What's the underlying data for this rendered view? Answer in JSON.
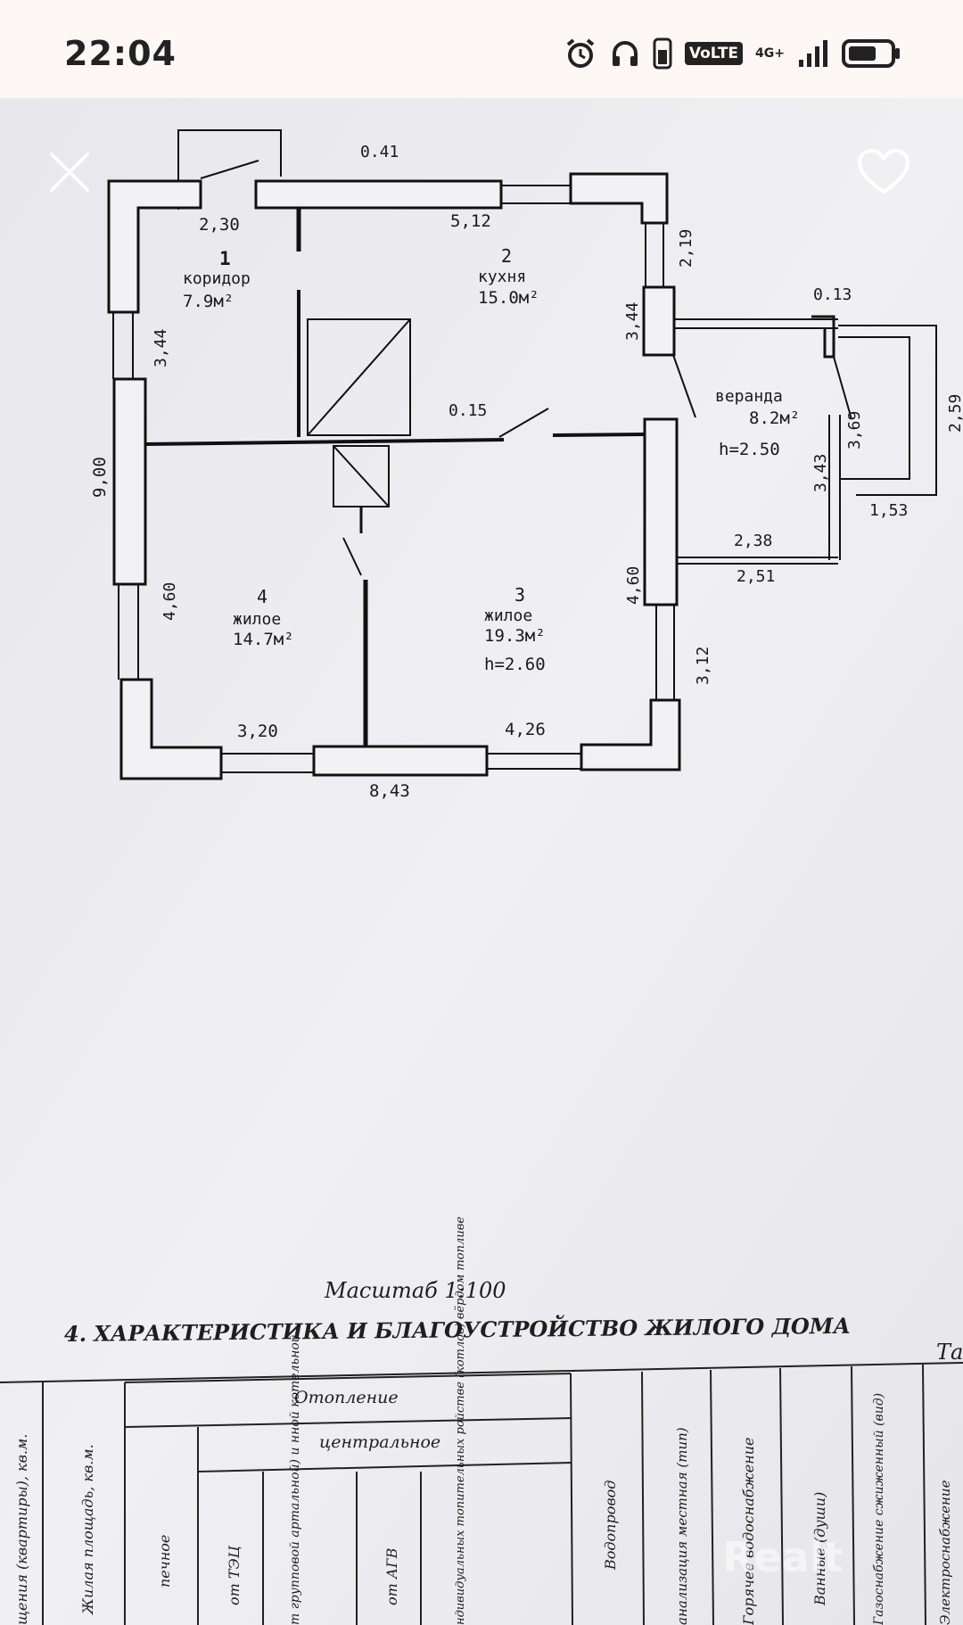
{
  "status_bar": {
    "time": "22:04",
    "network": "VoLTE",
    "signal": "4G+"
  },
  "viewer": {
    "close_icon": "close-icon",
    "favorite_icon": "heart-icon"
  },
  "plan": {
    "rooms": [
      {
        "number": "1",
        "name": "коридор",
        "area": "7.9м²"
      },
      {
        "number": "2",
        "name": "кухня",
        "area": "15.0м²"
      },
      {
        "number": "3",
        "name": "жилое",
        "area": "19.3м²",
        "height": "h=2.60"
      },
      {
        "number": "4",
        "name": "жилое",
        "area": "14.7м²"
      },
      {
        "number": "",
        "name": "веранда",
        "area": "8.2м²",
        "height": "h=2.50"
      }
    ],
    "dimensions": [
      "0.41",
      "2,30",
      "5,12",
      "2,19",
      "3,44",
      "3,44",
      "0.13",
      "0.15",
      "9,00",
      "3,69",
      "2,59",
      "3,43",
      "1,53",
      "2,38",
      "2,51",
      "4,60",
      "4,60",
      "3,12",
      "3,20",
      "4,26",
      "8,43"
    ]
  },
  "document": {
    "scale": "Масштаб 1:100",
    "section_title": "4. ХАРАКТЕРИСТИКА И БЛАГОУСТРОЙСТВО ЖИЛОГО ДОМА",
    "corner_label": "Та",
    "table_headers": {
      "heating": "Отопление",
      "central": "центральное",
      "columns": [
        "щения (квартиры), кв.м.",
        "Жилая площадь, кв.м.",
        "печное",
        "от ТЭЦ",
        "т групповой артальной) и нной котельной",
        "от АГВ",
        "ндивидуальных топительных ройстве (котлов) вёрдом топливе",
        "Водопровод",
        "анализация местная (тип)",
        "Горячее водоснабжение",
        "Ванные (души)",
        "Газоснабжение сжиженный (вид)",
        "Электроснабжение"
      ]
    }
  },
  "watermark": "Realt"
}
